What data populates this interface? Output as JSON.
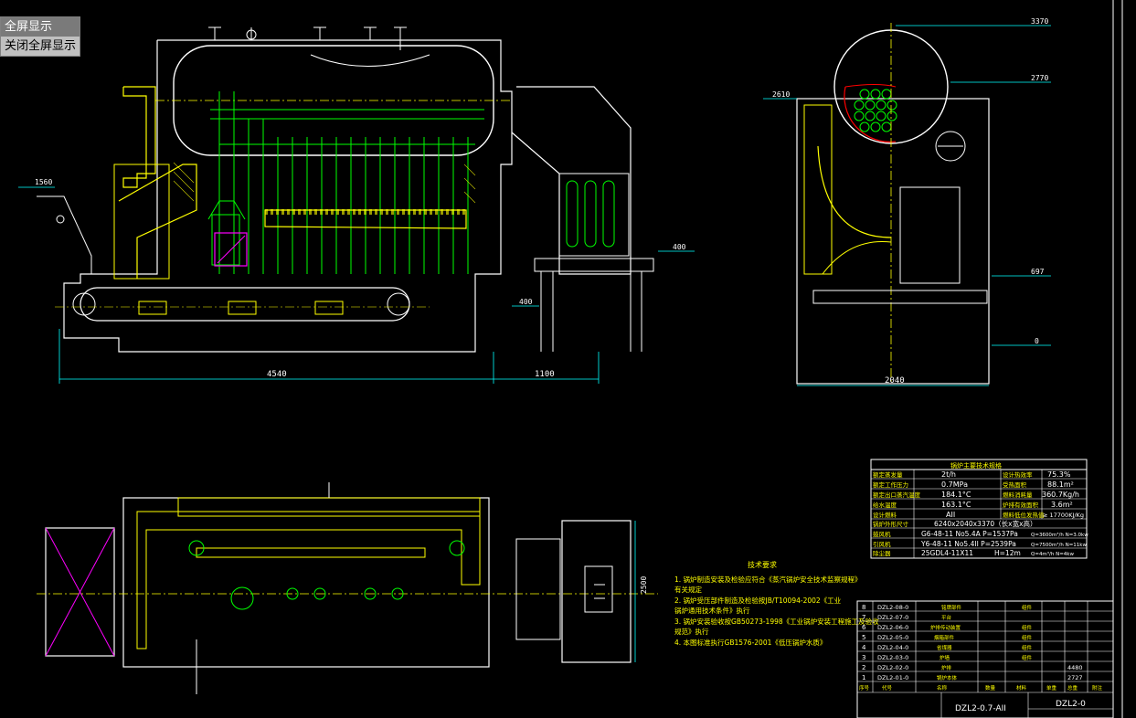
{
  "menu": {
    "items": [
      {
        "label": "全屏显示",
        "selected": true
      },
      {
        "label": "关闭全屏显示",
        "selected": false
      }
    ]
  },
  "dimensions": {
    "front_width": "4540",
    "front_right": "1100",
    "front_left_height": "1560",
    "front_chimney_400a": "400",
    "front_chimney_400b": "400",
    "side_top": "3370",
    "side_mid": "2770",
    "side_left": "2610",
    "side_low": "697",
    "side_zero": "0",
    "side_width": "2040",
    "plan_height": "2500"
  },
  "spec_table": {
    "title": "锅炉主要技术规格",
    "rows": [
      [
        "额定蒸发量",
        "2t/h",
        "设计热效率",
        "75.3%"
      ],
      [
        "额定工作压力",
        "0.7MPa",
        "受热面积",
        "88.1m²"
      ],
      [
        "额定出口蒸汽温度",
        "184.1°C",
        "燃料消耗量",
        "360.7Kg/h"
      ],
      [
        "给水温度",
        "163.1°C",
        "炉排有效面积",
        "3.6m²"
      ],
      [
        "设计燃料",
        "AII",
        "燃料低位发热值",
        "≥ 17700KJ/Kg"
      ],
      [
        "锅炉外形尺寸",
        "6240x2040x3370（长x宽x高）",
        "",
        ""
      ],
      [
        "鼓风机",
        "G6-48-11 No5.4A P=1537Pa",
        "Q=3600m³/h N=3.0kw",
        ""
      ],
      [
        "引风机",
        "Y6-48-11 No5.4II P=2539Pa",
        "Q=7500m³/h N=11kw",
        ""
      ],
      [
        "除尘器",
        "25GDL4-11X11",
        "H=12m",
        "Q=4m³/h N=4kw"
      ]
    ]
  },
  "notes": {
    "title": "技术要求",
    "items": [
      "1. 锅炉制造安装及检验应符合《蒸汽锅炉安全技术监察规程》",
      "   有关规定",
      "2. 锅炉受压部件制造及检验按JB/T10094-2002《工业",
      "   锅炉通用技术条件》执行",
      "3. 锅炉安装验收按GB50273-1998《工业锅炉安装工程施工及验收",
      "   规范》执行",
      "4. 本图标准执行GB1576-2001《低压锅炉水质》"
    ]
  },
  "parts_table": {
    "rows": [
      [
        "8",
        "DZL2-08-0",
        "铭牌部件",
        "",
        "",
        "组件"
      ],
      [
        "7",
        "DZL2-07-0",
        "平台",
        "",
        "",
        ""
      ],
      [
        "6",
        "DZL2-06-0",
        "炉排传动装置",
        "",
        "",
        "组件"
      ],
      [
        "5",
        "DZL2-05-0",
        "烟箱部件",
        "",
        "",
        "组件"
      ],
      [
        "4",
        "DZL2-04-0",
        "省煤器",
        "",
        "",
        "组件"
      ],
      [
        "3",
        "DZL2-03-0",
        "炉墙",
        "",
        "",
        "组件"
      ],
      [
        "2",
        "DZL2-02-0",
        "炉排",
        "",
        "",
        "4480"
      ],
      [
        "1",
        "DZL2-01-0",
        "锅炉本体",
        "",
        "",
        "2727"
      ]
    ],
    "header": [
      "序号",
      "代号",
      "名称",
      "数量",
      "材料",
      "单重",
      "总重",
      "附注"
    ],
    "model": "DZL2-0.7-AII",
    "drawing_no": "DZL2-0"
  }
}
